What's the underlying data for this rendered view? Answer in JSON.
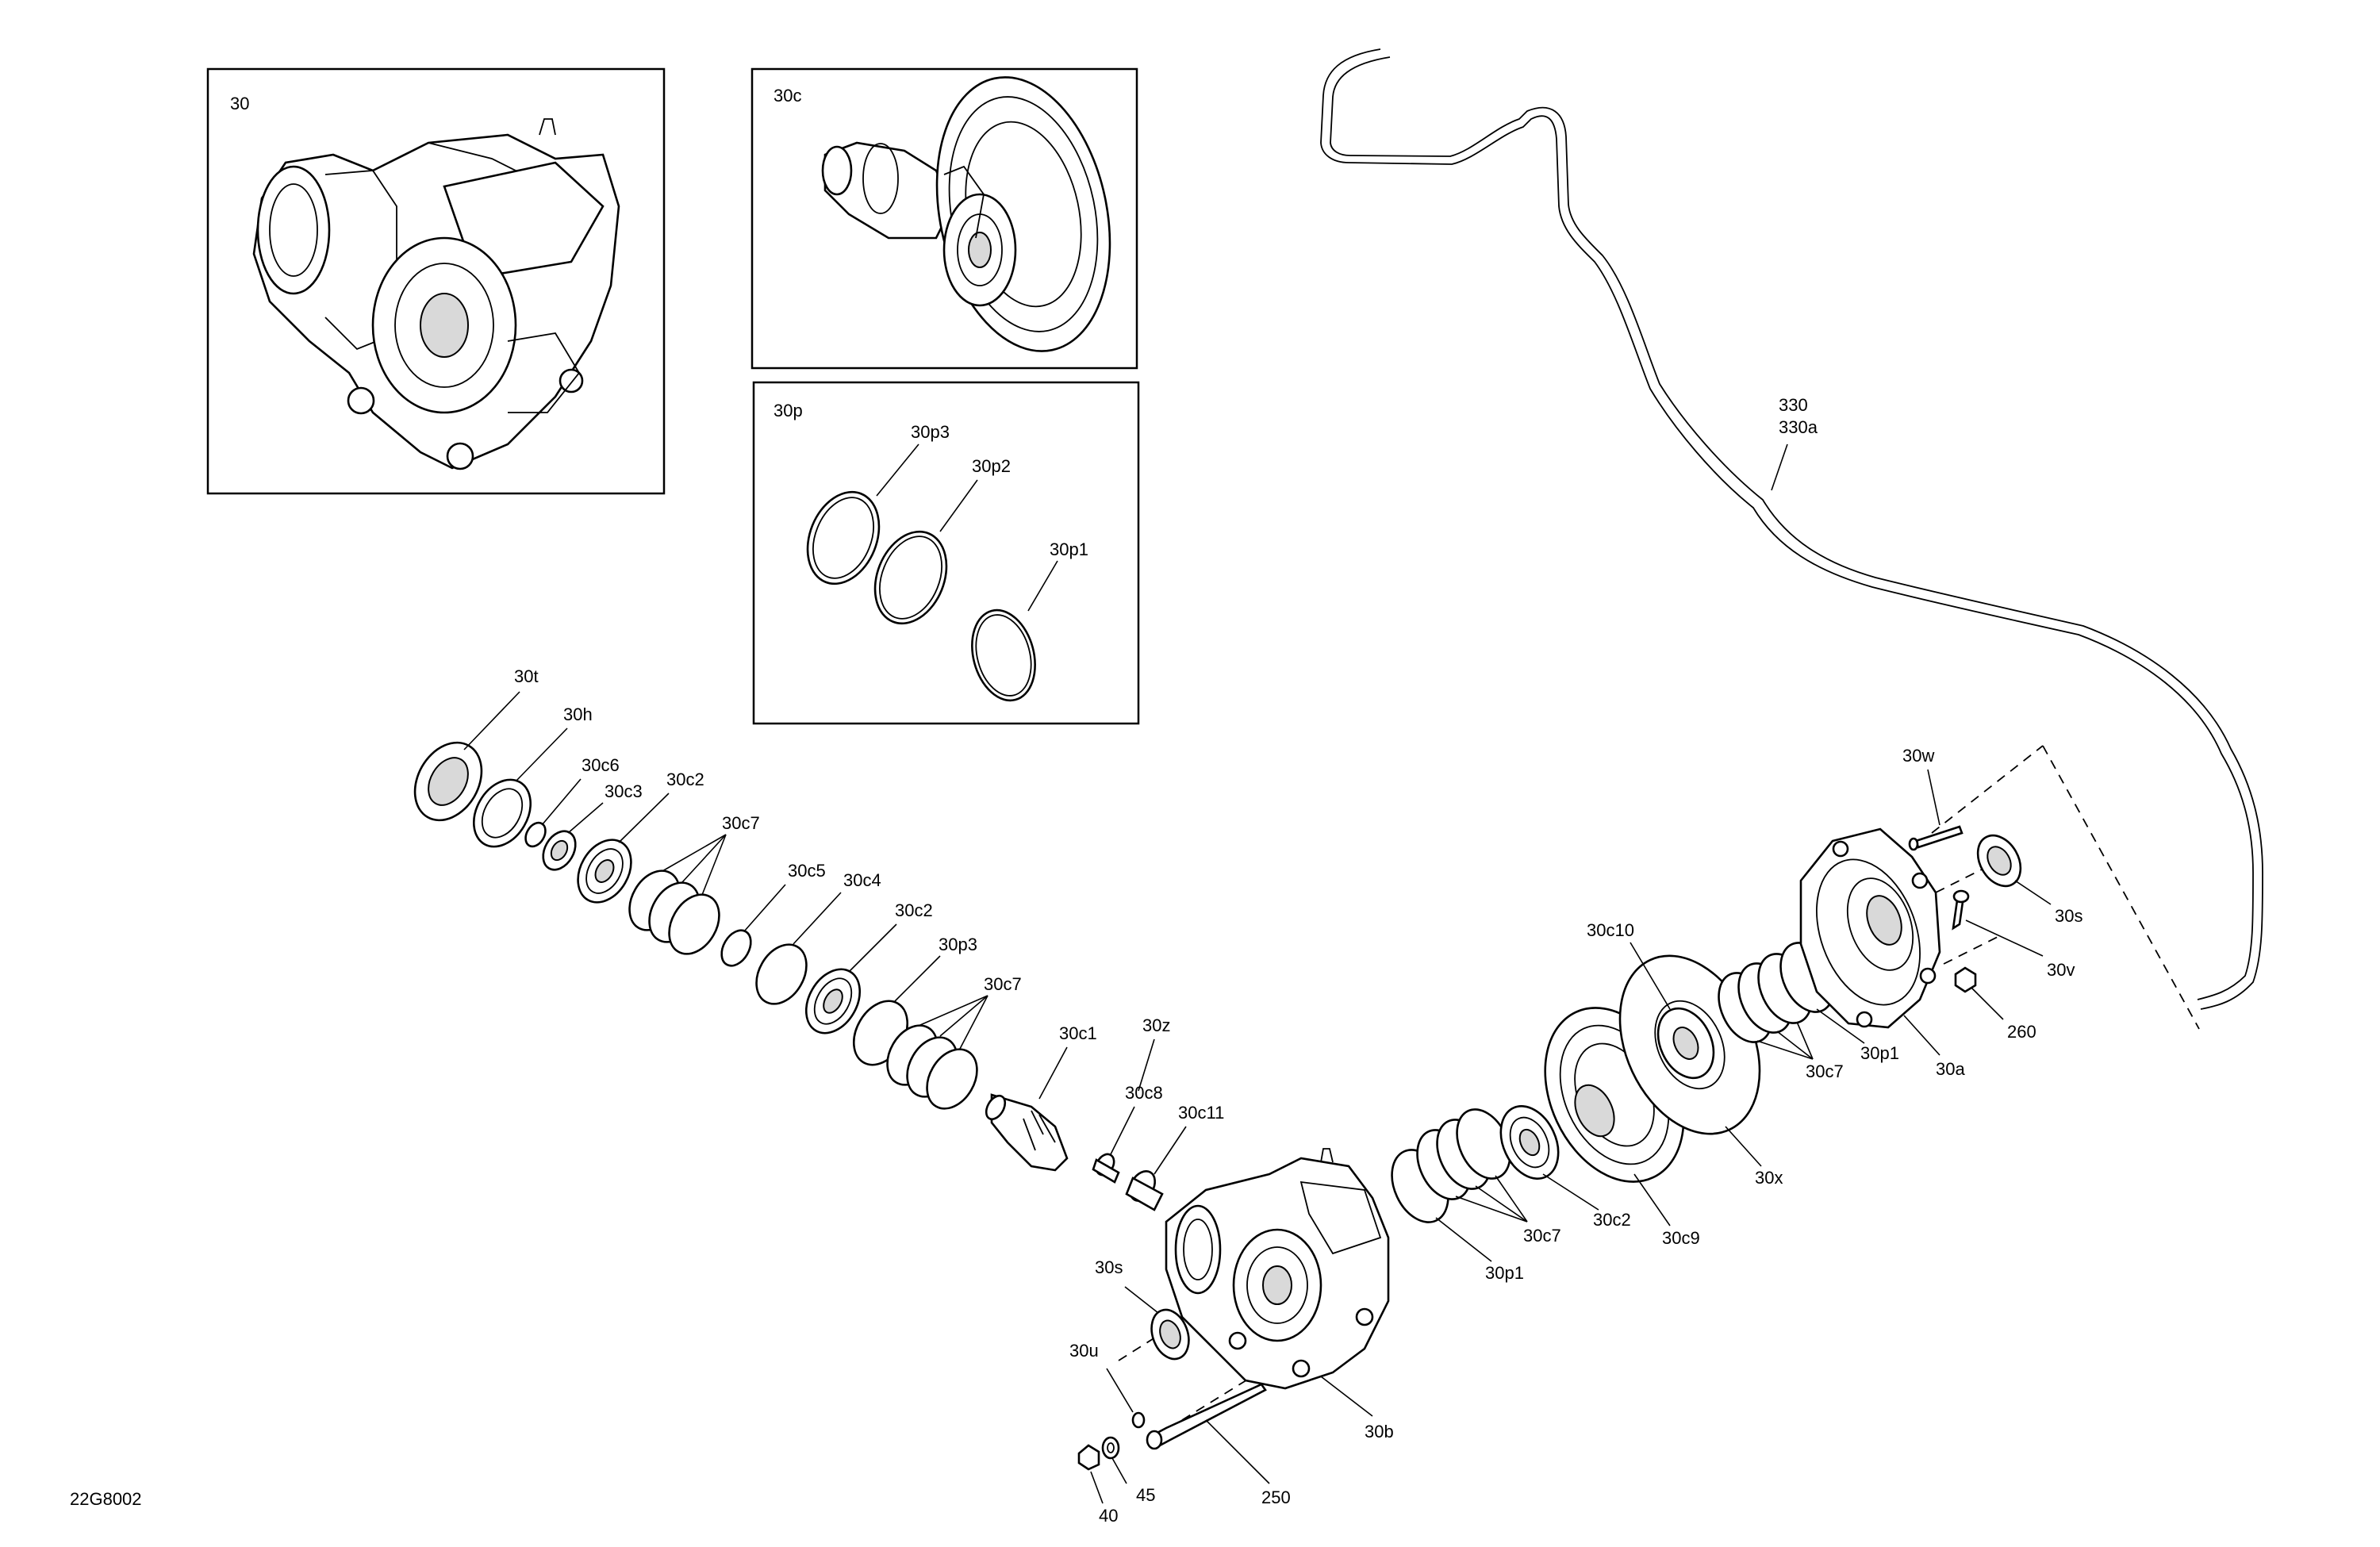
{
  "diagram_code": "22G8002",
  "inset_labels": {
    "assembly": "30",
    "gear_set": "30c",
    "shim_kit": "30p",
    "shim_1": "30p1",
    "shim_2": "30p2",
    "shim_3": "30p3"
  },
  "callouts": {
    "c_30t": "30t",
    "c_30h": "30h",
    "c_30c6": "30c6",
    "c_30c3": "30c3",
    "c_30c2_a": "30c2",
    "c_30c7_a": "30c7",
    "c_30c5": "30c5",
    "c_30c4": "30c4",
    "c_30c2_b": "30c2",
    "c_30p3": "30p3",
    "c_30c7_b": "30c7",
    "c_30c1": "30c1",
    "c_30z": "30z",
    "c_30c8": "30c8",
    "c_30c11": "30c11",
    "c_30s_a": "30s",
    "c_30u": "30u",
    "c_40": "40",
    "c_45": "45",
    "c_250": "250",
    "c_30b": "30b",
    "c_30p1_a": "30p1",
    "c_30c7_c": "30c7",
    "c_30c2_c": "30c2",
    "c_30c9": "30c9",
    "c_30x": "30x",
    "c_30c10": "30c10",
    "c_30c7_d": "30c7",
    "c_30p1_b": "30p1",
    "c_30a": "30a",
    "c_260": "260",
    "c_30v": "30v",
    "c_30s_b": "30s",
    "c_30w": "30w",
    "c_330": "330",
    "c_330a": "330a"
  }
}
